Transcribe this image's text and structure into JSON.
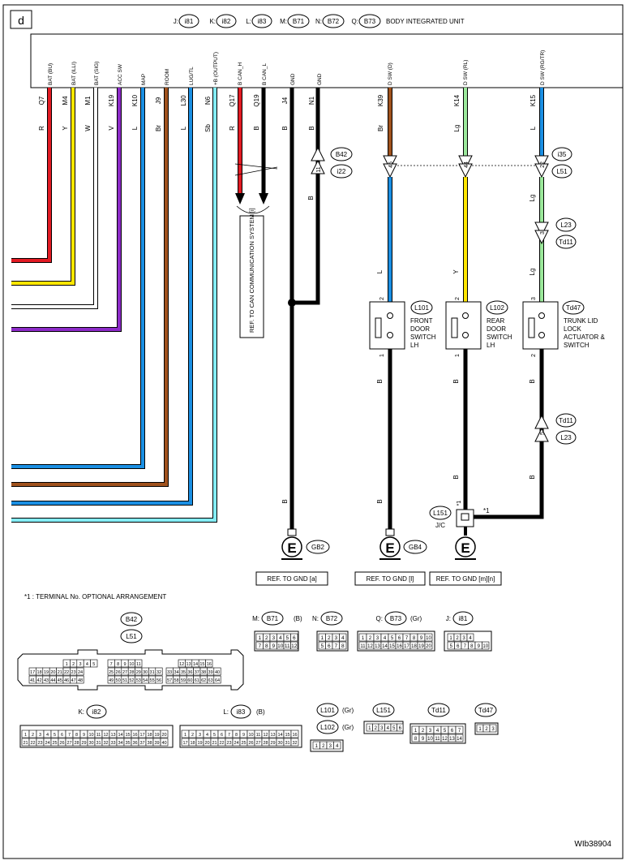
{
  "page": {
    "section_letter": "d",
    "unit_title": "BODY INTEGRATED UNIT",
    "figure_id": "WIb38904",
    "note": "*1 : TERMINAL No. OPTIONAL ARRANGEMENT"
  },
  "header": {
    "connectors": [
      {
        "prefix": "J:",
        "code": "i81"
      },
      {
        "prefix": "K:",
        "code": "i82"
      },
      {
        "prefix": "L:",
        "code": "i83"
      },
      {
        "prefix": "M:",
        "code": "B71"
      },
      {
        "prefix": "N:",
        "code": "B72"
      },
      {
        "prefix": "Q:",
        "code": "B73"
      }
    ]
  },
  "terminals": [
    {
      "name": "BAT (BU)",
      "pin": "Q7",
      "color": "R"
    },
    {
      "name": "BAT (ILLI)",
      "pin": "M4",
      "color": "Y"
    },
    {
      "name": "BAT (SIG)",
      "pin": "M1",
      "color": "W"
    },
    {
      "name": "ACC SW",
      "pin": "K19",
      "color": "V"
    },
    {
      "name": "MAP",
      "pin": "K10",
      "color": "L"
    },
    {
      "name": "ROOM",
      "pin": "J9",
      "color": "Br"
    },
    {
      "name": "LUG/TL",
      "pin": "L30",
      "color": "L"
    },
    {
      "name": "+B (OUTPUT)",
      "pin": "N6",
      "color": "Sb"
    },
    {
      "name": "B CAN_H",
      "pin": "Q17",
      "color": "R"
    },
    {
      "name": "B CAN_L",
      "pin": "Q19",
      "color": "B"
    },
    {
      "name": "GND",
      "pin": "J4",
      "color": "B"
    },
    {
      "name": "GND",
      "pin": "N1",
      "color": "B"
    },
    {
      "name": "D SW (D)",
      "pin": "K39",
      "color": "Br"
    },
    {
      "name": "D SW (RL)",
      "pin": "K14",
      "color": "Lg"
    },
    {
      "name": "D SW (RG/TR)",
      "pin": "K15",
      "color": "L"
    }
  ],
  "diagram": {
    "wire_colors": {
      "red": "#e31b23",
      "yellow": "#ffe600",
      "white": "#ffffff",
      "violet": "#8d2bc9",
      "blue": "#1a8fe3",
      "brown": "#a0521d",
      "skyblue": "#84ecf5",
      "lightgreen": "#9be89b",
      "black": "#000000"
    },
    "can_ref": "REF. TO CAN COMMUNICATION SYSTEM [i]",
    "inline_connectors": {
      "b42": {
        "pin": "11",
        "labels": [
          "B42",
          "i22"
        ]
      },
      "j45": {
        "pin": "45",
        "labels": []
      },
      "j44": {
        "pin": "44",
        "labels": []
      },
      "j22": {
        "pin": "22",
        "labels": [
          "i35",
          "L51"
        ]
      },
      "j3": {
        "pin": "3",
        "labels": [
          "L23",
          "Td11"
        ]
      },
      "j5": {
        "pin": "5",
        "labels": [
          "Td11",
          "L23"
        ]
      }
    },
    "wire_labels": {
      "n1_b": "B",
      "j4_b": "B",
      "d_l": "L",
      "d_b1": "B",
      "d_b2": "B",
      "rl_y": "Y",
      "rl_b1": "B",
      "rl_b2": "B",
      "tr_lg1": "Lg",
      "tr_lg2": "Lg",
      "tr_b1": "B",
      "tr_b2": "B"
    },
    "switches": [
      {
        "code": "L101",
        "lines": [
          "FRONT",
          "DOOR",
          "SWITCH",
          "LH"
        ],
        "pin_top": "2",
        "pin_bottom": "1"
      },
      {
        "code": "L102",
        "lines": [
          "REAR",
          "DOOR",
          "SWITCH",
          "LH"
        ],
        "pin_top": "2",
        "pin_bottom": "1"
      },
      {
        "code": "Td47",
        "lines": [
          "TRUNK LID",
          "LOCK",
          "ACTUATOR &",
          "SWITCH"
        ],
        "pin_top": "3",
        "pin_bottom": "2"
      }
    ],
    "joint": {
      "code": "L151",
      "label": "J/C",
      "star": "*1"
    },
    "grounds": [
      {
        "code": "GB2",
        "ref": "REF. TO GND [a]"
      },
      {
        "code": "GB4",
        "ref": "REF. TO GND [l]"
      },
      {
        "code": "",
        "ref": "REF. TO GND [m][n]"
      }
    ]
  },
  "connector_views": {
    "b42": {
      "codes": [
        "B42",
        "L51"
      ],
      "rows": [
        [
          "1",
          "2",
          "3",
          "4",
          "5",
          "7",
          "8",
          "9",
          "10",
          "11",
          "12",
          "13",
          "14",
          "15",
          "16"
        ],
        [
          "17",
          "18",
          "19",
          "20",
          "21",
          "22",
          "23",
          "24",
          "25",
          "26",
          "27",
          "28",
          "29",
          "30",
          "31",
          "32",
          "33",
          "34",
          "35",
          "36",
          "37",
          "38",
          "39",
          "40"
        ],
        [
          "41",
          "42",
          "43",
          "44",
          "45",
          "46",
          "47",
          "48",
          "49",
          "50",
          "51",
          "52",
          "53",
          "54",
          "55",
          "56",
          "57",
          "58",
          "59",
          "60",
          "61",
          "62",
          "63",
          "64"
        ]
      ]
    },
    "b71": {
      "prefix": "M:",
      "code": "B71",
      "color": "(B)",
      "rows": [
        [
          "1",
          "2",
          "3",
          "4",
          "5",
          "6"
        ],
        [
          "7",
          "8",
          "9",
          "10",
          "11",
          "12"
        ]
      ]
    },
    "b72": {
      "prefix": "N:",
      "code": "B72",
      "rows": [
        [
          "1",
          "2",
          "3",
          "4"
        ],
        [
          "5",
          "6",
          "7",
          "8"
        ]
      ]
    },
    "b73": {
      "prefix": "Q:",
      "code": "B73",
      "color": "(Gr)",
      "rows": [
        [
          "1",
          "2",
          "3",
          "4",
          "5",
          "6",
          "7",
          "8",
          "9",
          "10"
        ],
        [
          "11",
          "12",
          "13",
          "14",
          "15",
          "16",
          "17",
          "18",
          "19",
          "20"
        ]
      ]
    },
    "i81": {
      "prefix": "J:",
      "code": "i81",
      "rows": [
        [
          "1",
          "2",
          "3",
          "4"
        ],
        [
          "5",
          "6",
          "7",
          "8",
          "9",
          "10"
        ]
      ]
    },
    "i82": {
      "prefix": "K:",
      "code": "i82",
      "rows": [
        [
          "1",
          "2",
          "3",
          "4",
          "5",
          "6",
          "7",
          "8",
          "9",
          "10",
          "11",
          "12",
          "13",
          "14",
          "15",
          "16",
          "17",
          "18",
          "19",
          "20"
        ],
        [
          "21",
          "22",
          "23",
          "24",
          "25",
          "26",
          "27",
          "28",
          "29",
          "30",
          "31",
          "32",
          "33",
          "34",
          "35",
          "36",
          "37",
          "38",
          "39",
          "40"
        ]
      ]
    },
    "i83": {
      "prefix": "L:",
      "code": "i83",
      "color": "(B)",
      "rows": [
        [
          "1",
          "2",
          "3",
          "4",
          "5",
          "6",
          "7",
          "8",
          "9",
          "10",
          "11",
          "12",
          "13",
          "14",
          "15",
          "16"
        ],
        [
          "17",
          "18",
          "19",
          "20",
          "21",
          "22",
          "23",
          "24",
          "25",
          "26",
          "27",
          "28",
          "29",
          "30",
          "31",
          "32"
        ]
      ]
    },
    "l101": {
      "codes": [
        "L101",
        "L102"
      ],
      "colors": [
        "(Gr)",
        "(Gr)"
      ],
      "rows": [
        [
          "1",
          "2",
          "3",
          "4"
        ]
      ]
    },
    "l151": {
      "code": "L151",
      "rows": [
        [
          "1",
          "2",
          "3",
          "4",
          "5",
          "6"
        ]
      ]
    },
    "td11": {
      "code": "Td11",
      "rows": [
        [
          "1",
          "2",
          "3",
          "4",
          "5",
          "6",
          "7"
        ],
        [
          "8",
          "9",
          "10",
          "11",
          "12",
          "13",
          "14"
        ]
      ]
    },
    "td47": {
      "code": "Td47",
      "rows": [
        [
          "1",
          "2",
          "3"
        ]
      ]
    }
  }
}
